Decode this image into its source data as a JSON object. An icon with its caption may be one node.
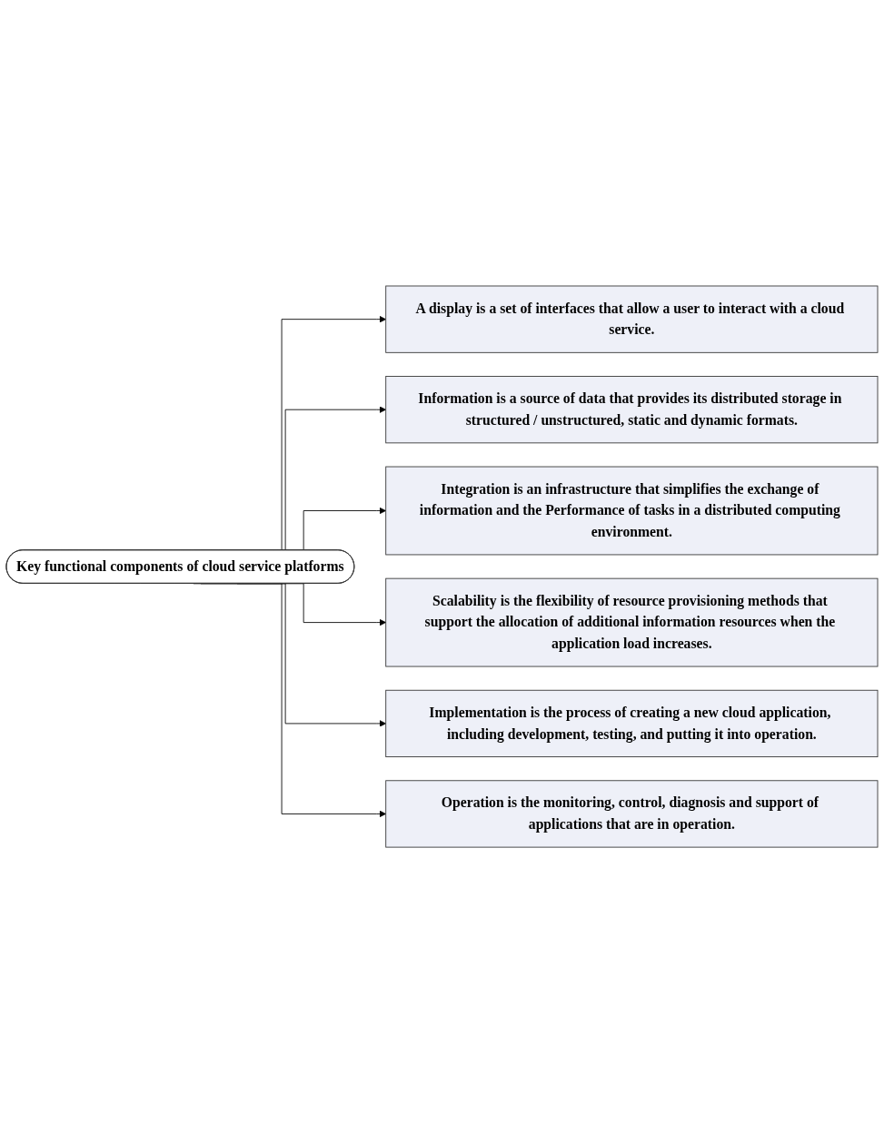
{
  "diagram": {
    "nodes": [
      {
        "text": [
          "Key functional components of cloud service platforms"
        ]
      },
      {
        "text": [
          "A display is a set of interfaces that allow a user to interact with a cloud service."
        ]
      },
      {
        "text": [
          "Information is a source of data that provides its distributed storage in structured / unstructured, static and dynamic formats."
        ]
      },
      {
        "text": [
          "Integration is an infrastructure that simplifies the exchange of information and the Performance of tasks in a distributed computing environment."
        ]
      },
      {
        "text": [
          "Scalability is the flexibility of resource provisioning methods that support the allocation of additional information resources when the application load increases."
        ]
      },
      {
        "text": [
          "Implementation is the process of creating a new cloud application, including development, testing, and putting it into operation."
        ]
      },
      {
        "text": [
          "Operation is the monitoring, control, diagnosis and support of applications that are in operation."
        ]
      }
    ],
    "edges": [
      {
        "from": 0,
        "to": 1,
        "arrow": "to"
      },
      {
        "from": 0,
        "to": 2,
        "arrow": "to"
      },
      {
        "from": 0,
        "to": 3,
        "arrow": "to"
      },
      {
        "from": 0,
        "to": 4,
        "arrow": "to"
      },
      {
        "from": 0,
        "to": 5,
        "arrow": "to"
      },
      {
        "from": 0,
        "to": 6,
        "arrow": "to"
      }
    ]
  }
}
